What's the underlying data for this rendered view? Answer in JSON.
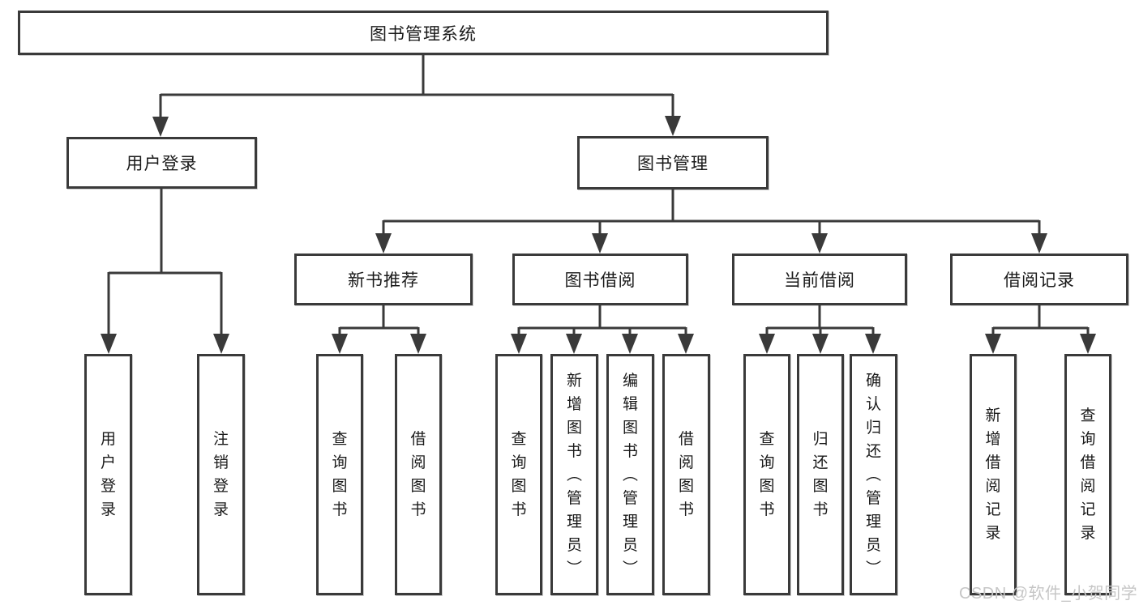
{
  "diagram": {
    "root": {
      "label": "图书管理系统"
    },
    "level2": [
      {
        "label": "用户登录"
      },
      {
        "label": "图书管理"
      }
    ],
    "level3": [
      {
        "parent": "图书管理",
        "label": "新书推荐"
      },
      {
        "parent": "图书管理",
        "label": "图书借阅"
      },
      {
        "parent": "图书管理",
        "label": "当前借阅"
      },
      {
        "parent": "图书管理",
        "label": "借阅记录"
      }
    ],
    "leaves": [
      {
        "parent": "用户登录",
        "label": "用户登录"
      },
      {
        "parent": "用户登录",
        "label": "注销登录"
      },
      {
        "parent": "新书推荐",
        "label": "查询图书"
      },
      {
        "parent": "新书推荐",
        "label": "借阅图书"
      },
      {
        "parent": "图书借阅",
        "label": "查询图书"
      },
      {
        "parent": "图书借阅",
        "label": "新增图书（管理员）"
      },
      {
        "parent": "图书借阅",
        "label": "编辑图书（管理员）"
      },
      {
        "parent": "图书借阅",
        "label": "借阅图书"
      },
      {
        "parent": "当前借阅",
        "label": "查询图书"
      },
      {
        "parent": "当前借阅",
        "label": "归还图书"
      },
      {
        "parent": "当前借阅",
        "label": "确认归还（管理员）"
      },
      {
        "parent": "借阅记录",
        "label": "新增借阅记录"
      },
      {
        "parent": "借阅记录",
        "label": "查询借阅记录"
      }
    ],
    "watermark": "CSDN @软件_小贺同学",
    "colors": {
      "line": "#3a3a3a",
      "text": "#1a1a1a",
      "box_fill": "#ffffff",
      "background": "#ffffff",
      "watermark": "#c6c6c6"
    }
  }
}
